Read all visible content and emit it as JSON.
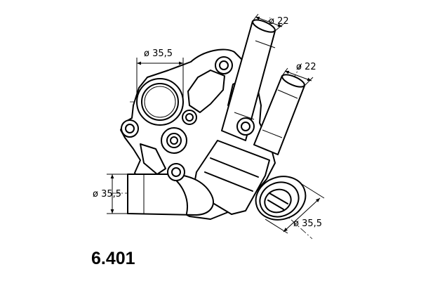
{
  "dimensions": {
    "pipe_upper": "ø 22",
    "pipe_right": "ø 22",
    "port_top": "ø 35,5",
    "port_left": "ø 35,5",
    "port_bottom": "ø 35,5"
  },
  "part_number": "6.401"
}
